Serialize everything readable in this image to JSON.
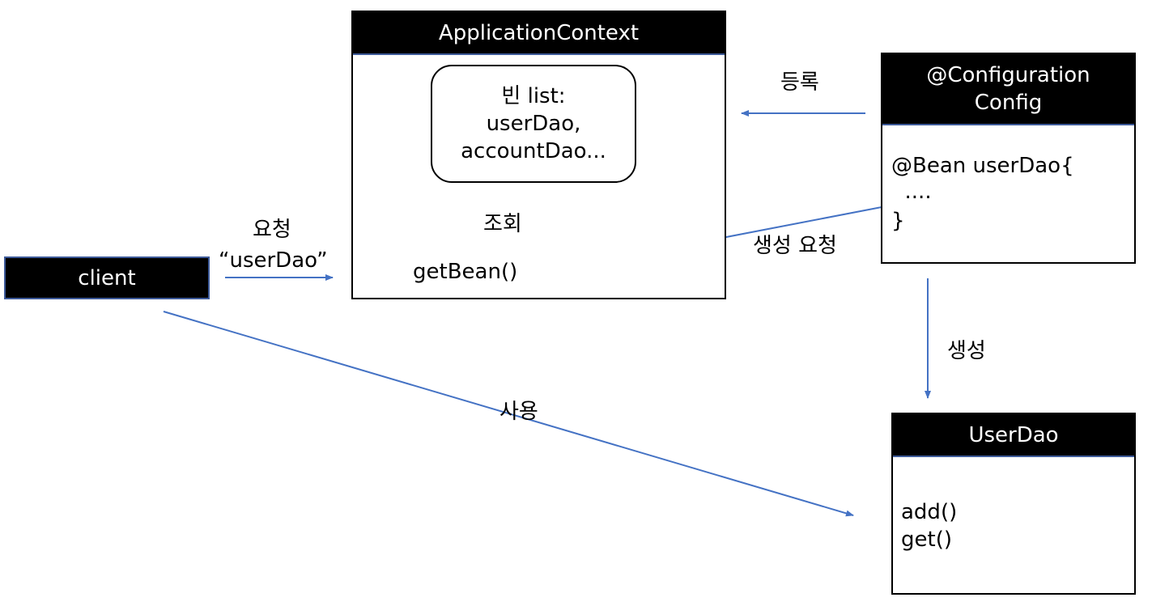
{
  "colors": {
    "arrow": "#4472c4",
    "header_bg": "#000000",
    "header_text": "#ffffff"
  },
  "application_context": {
    "title": "ApplicationContext",
    "bean_list": {
      "line1": "빈 list:",
      "line2": "userDao,",
      "line3": "accountDao..."
    },
    "get_bean": "getBean()"
  },
  "config": {
    "title_line1": "@Configuration",
    "title_line2": "Config",
    "body_line1": "@Bean userDao{",
    "body_line2": "  ....",
    "body_line3": "}"
  },
  "client": {
    "title": "client"
  },
  "user_dao": {
    "title": "UserDao",
    "method1": "add()",
    "method2": "get()"
  },
  "edges": {
    "register": "등록",
    "lookup": "조회",
    "request_line1": "요청",
    "request_line2": "“userDao”",
    "create_request": "생성 요청",
    "create": "생성",
    "use": "사용"
  }
}
